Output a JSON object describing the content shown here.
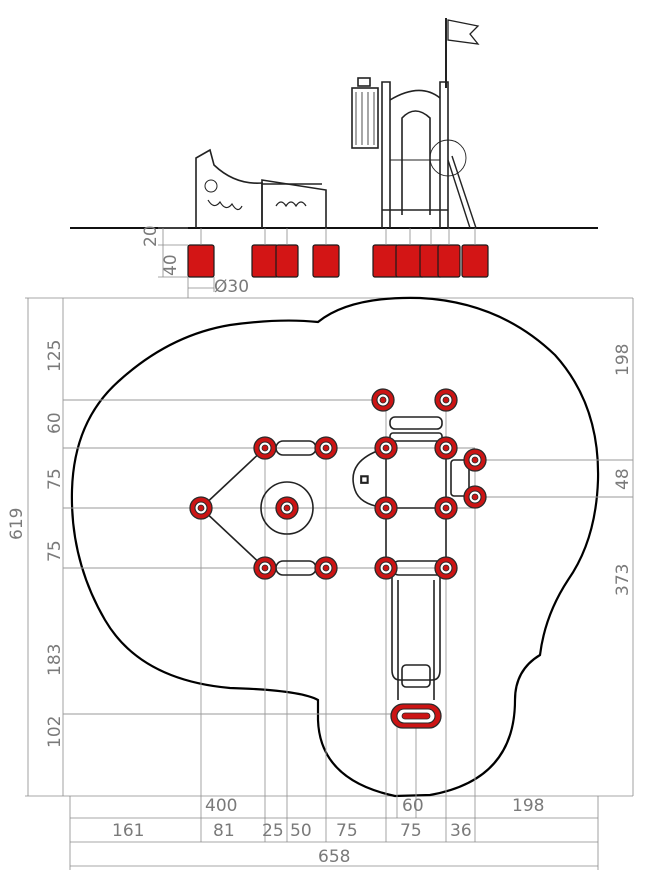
{
  "side_view": {
    "dim_footing_top": "20",
    "dim_footing_height": "40",
    "dim_footing_diameter": "Ø30"
  },
  "plan_view": {
    "left_overall": "619",
    "left_dims": [
      "125",
      "60",
      "75",
      "75",
      "183",
      "102"
    ],
    "right_dims": [
      "198",
      "48",
      "373"
    ],
    "bottom_row1": [
      "400",
      "60",
      "198"
    ],
    "bottom_row2": [
      "161",
      "81",
      "25",
      "50",
      "75",
      "75",
      "36"
    ],
    "bottom_overall": "658"
  }
}
